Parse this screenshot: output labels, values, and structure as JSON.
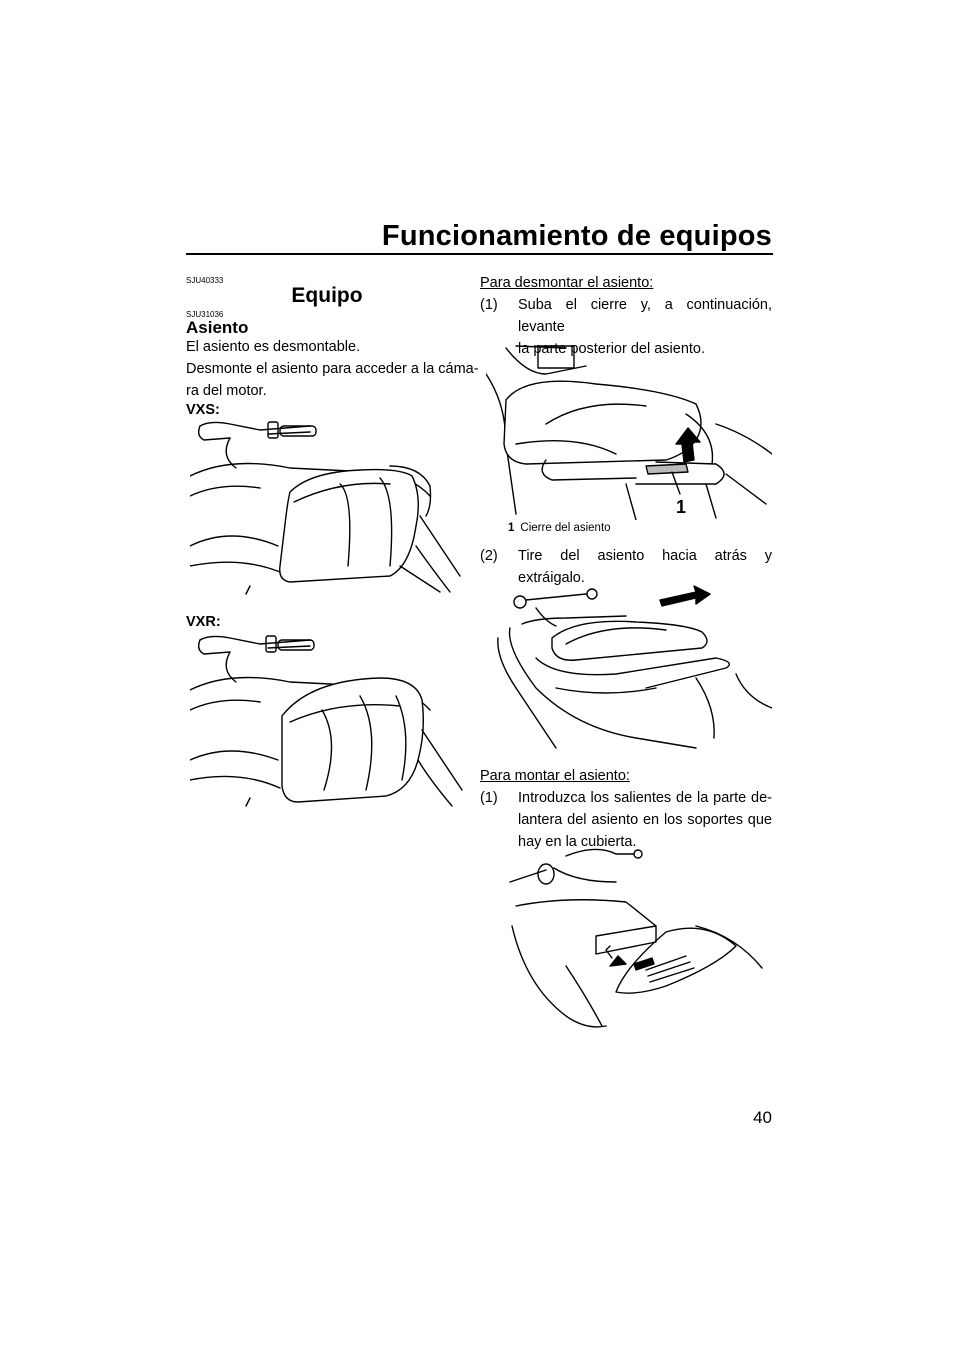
{
  "header": {
    "title": "Funcionamiento de equipos"
  },
  "left": {
    "code1": "SJU40333",
    "section_title": "Equipo",
    "code2": "SJU31036",
    "subsection_title": "Asiento",
    "para1": "El asiento es desmontable.",
    "para2_line1": "Desmonte el asiento para acceder a la cáma-",
    "para2_line2": "ra del motor.",
    "label_vxs": "VXS:",
    "label_vxr": "VXR:"
  },
  "right": {
    "remove_heading": "Para desmontar el asiento:",
    "step1_num": "(1)",
    "step1_line1": "Suba el cierre y, a continuación, levante",
    "step1_line2": "la parte posterior del asiento.",
    "fig1_callout": "1",
    "fig1_caption_num": "1",
    "fig1_caption_text": "Cierre del asiento",
    "step2_num": "(2)",
    "step2_text": "Tire del asiento hacia atrás y extráigalo.",
    "install_heading": "Para montar el asiento:",
    "step3_num": "(1)",
    "step3_line1": "Introduzca los salientes de la parte de-",
    "step3_line2": "lantera del asiento en los soportes que",
    "step3_line3": "hay en la cubierta."
  },
  "footer": {
    "page_number": "40"
  }
}
